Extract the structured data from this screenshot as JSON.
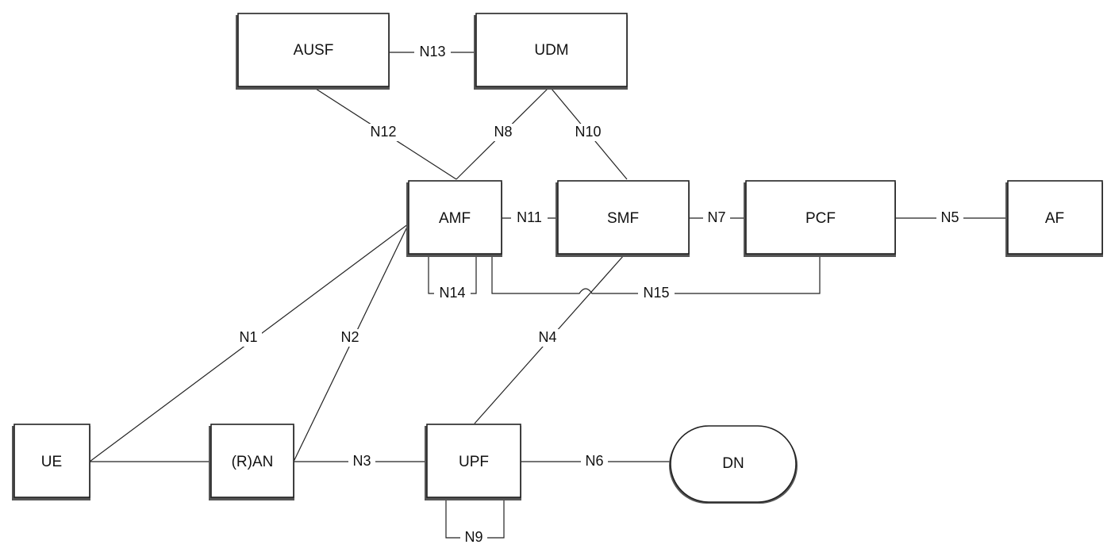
{
  "nodes": {
    "ausf": "AUSF",
    "udm": "UDM",
    "amf": "AMF",
    "smf": "SMF",
    "pcf": "PCF",
    "af": "AF",
    "ue": "UE",
    "ran": "(R)AN",
    "upf": "UPF",
    "dn": "DN"
  },
  "interfaces": {
    "n1": "N1",
    "n2": "N2",
    "n3": "N3",
    "n4": "N4",
    "n5": "N5",
    "n6": "N6",
    "n7": "N7",
    "n8": "N8",
    "n9": "N9",
    "n10": "N10",
    "n11": "N11",
    "n12": "N12",
    "n13": "N13",
    "n14": "N14",
    "n15": "N15"
  }
}
